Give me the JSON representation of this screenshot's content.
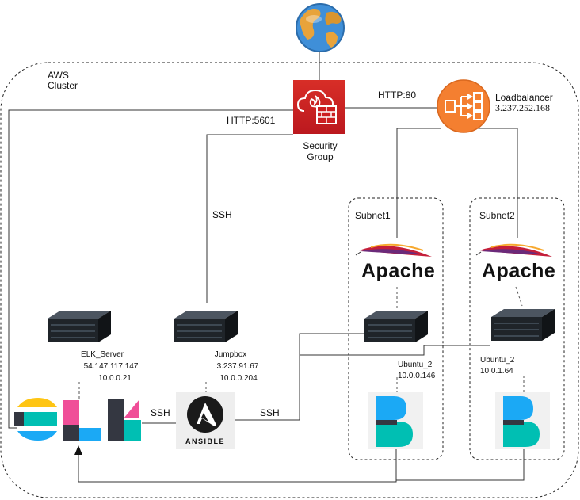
{
  "cluster": {
    "label_line1": "AWS",
    "label_line2": "Cluster"
  },
  "security_group": {
    "label_line1": "Security",
    "label_line2": "Group",
    "color": "#cc1f22"
  },
  "loadbalancer": {
    "name": "Loadbalancer",
    "ip": "3.237.252.168",
    "color": "#f47f30"
  },
  "edges": {
    "http80": "HTTP:80",
    "http5601": "HTTP:5601",
    "ssh_jumpbox": "SSH",
    "ssh_elk": "SSH",
    "ssh_webs": "SSH"
  },
  "subnets": [
    {
      "label": "Subnet1"
    },
    {
      "label": "Subnet2"
    }
  ],
  "apache": {
    "label": "Apache"
  },
  "elk_server": {
    "name": "ELK_Server",
    "public_ip": "54.147.117.147",
    "private_ip": "10.0.0.21"
  },
  "jumpbox": {
    "name": "Jumpbox",
    "public_ip": "3.237.91.67",
    "private_ip": "10.0.0.204"
  },
  "web1": {
    "name": "Ubuntu_2",
    "ip": "10.0.0.146"
  },
  "web2": {
    "name": "Ubuntu_2",
    "ip": "10.0.1.64"
  },
  "ansible": {
    "label": "ANSIBLE"
  },
  "colors": {
    "elk_yellow": "#fec514",
    "elk_teal": "#00bfb3",
    "elk_pink": "#f04e98",
    "elk_blue": "#1ba9f5",
    "elk_dark": "#343741"
  }
}
